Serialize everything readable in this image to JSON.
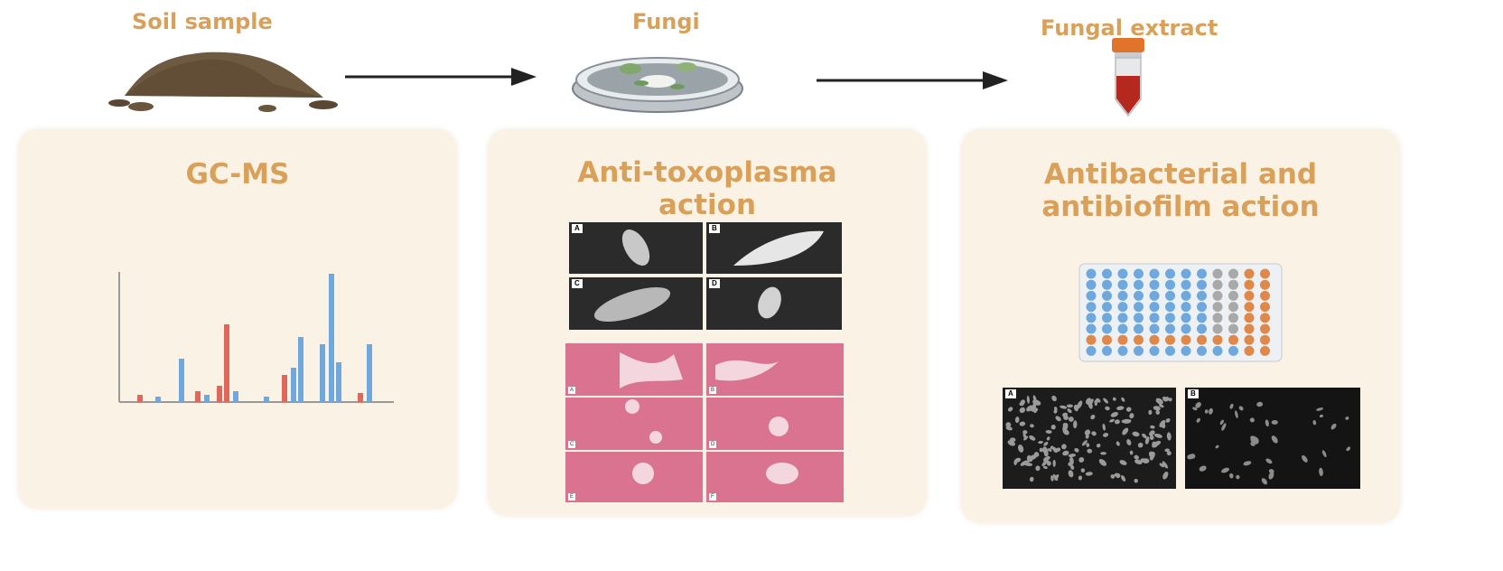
{
  "top": {
    "soil_label": "Soil sample",
    "fungi_label": "Fungi",
    "extract_label": "Fungal extract"
  },
  "panels": {
    "gcms_title": "GC-MS",
    "toxo_title_line1": "Anti-toxoplasma",
    "toxo_title_line2": "action",
    "antibac_title_line1": "Antibacterial and",
    "antibac_title_line2": "antibiofilm action"
  },
  "toxo_sem_labels": [
    "A",
    "B",
    "C",
    "D"
  ],
  "toxo_histo_labels": [
    "A",
    "B",
    "C",
    "D",
    "E",
    "F"
  ],
  "biofilm_labels": [
    "A",
    "B"
  ],
  "colors": {
    "accent": "#d9a05a",
    "panel_bg": "#fbf2e6",
    "bar_blue": "#6ea8dc",
    "bar_red": "#e0675a"
  }
}
